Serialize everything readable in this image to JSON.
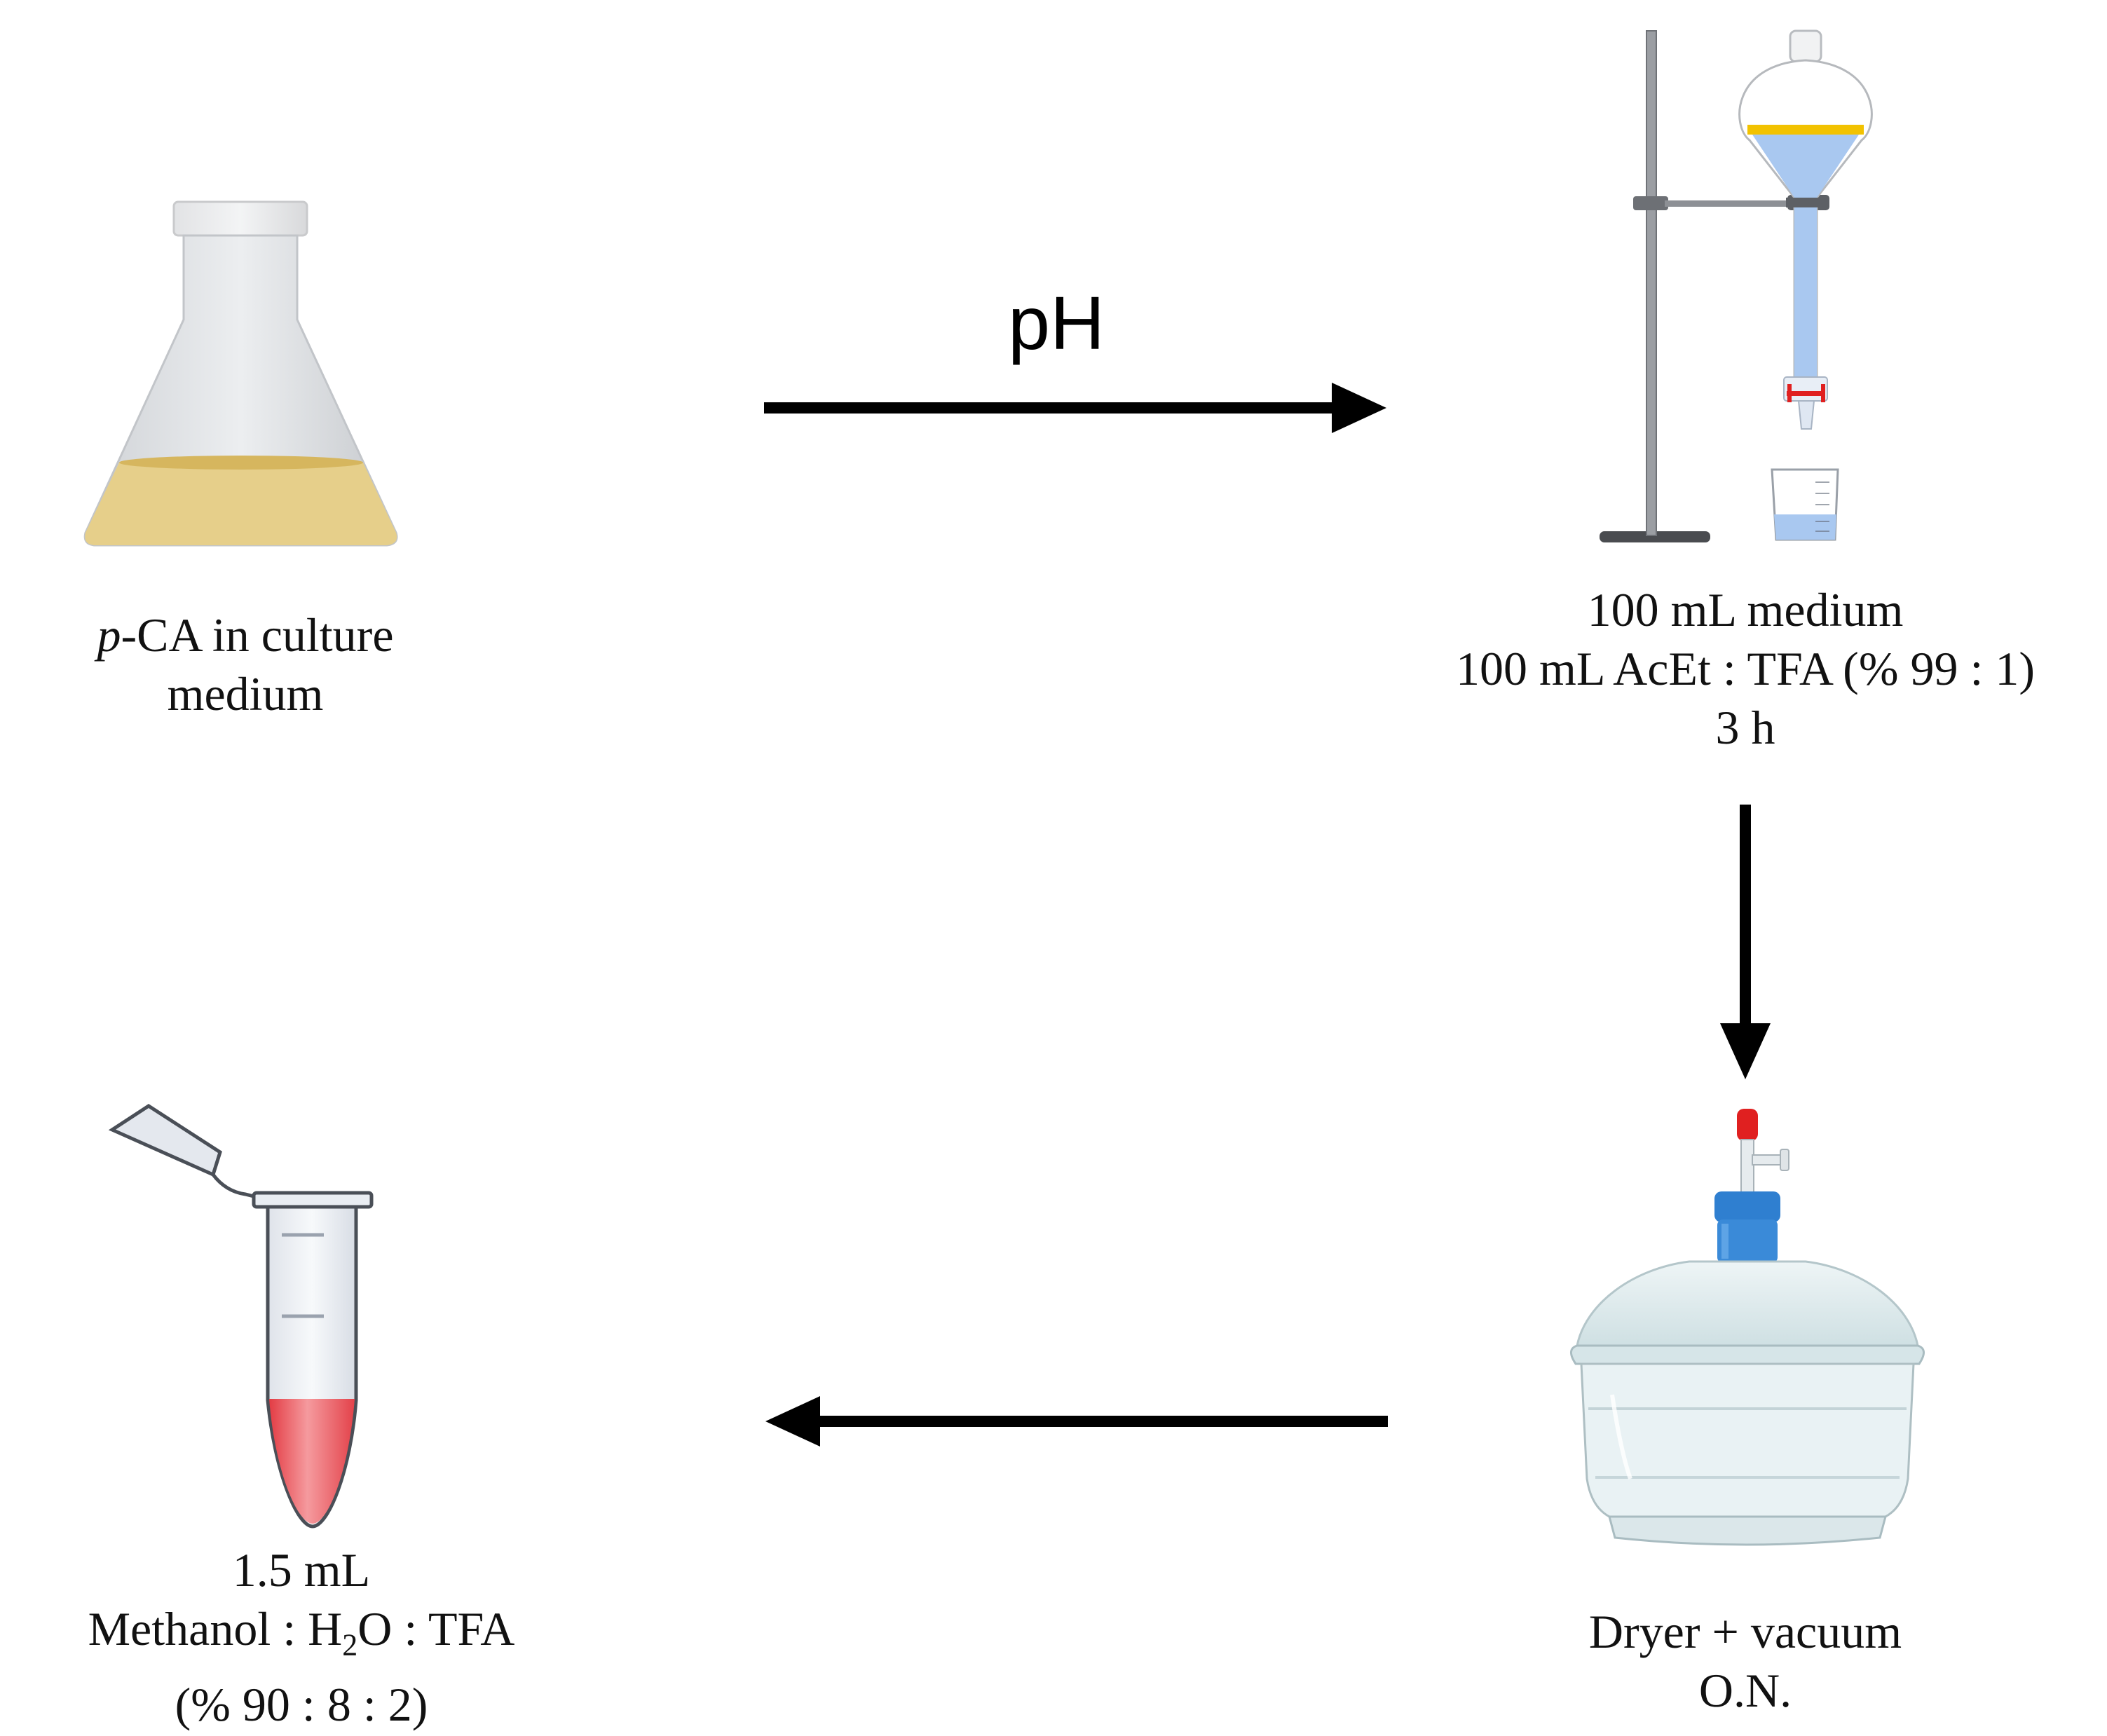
{
  "steps": {
    "culture": {
      "line1_italic": "p",
      "line1_rest": "-CA in culture",
      "line2": "medium"
    },
    "extraction": {
      "line1": "100 mL medium",
      "line2": "100 mL AcEt : TFA (% 99 : 1)",
      "line3": "3 h"
    },
    "drying": {
      "line1": "Dryer + vacuum",
      "line2": "O.N."
    },
    "resuspension": {
      "line1": "1.5 mL",
      "line2_pre": "Methanol : H",
      "line2_sub": "2",
      "line2_post": "O : TFA",
      "line3": "(% 90 : 8 : 2)"
    }
  },
  "arrows": {
    "top": {
      "label": "pH"
    }
  },
  "colors": {
    "culture_liquid": "#e6cf8a",
    "solvent_layer": "#f2c200",
    "aqueous_blue": "#a9c8f0",
    "tube_red": "#ec4a50",
    "cap_blue": "#2f7fd0",
    "stopcock_red": "#e02020",
    "arrow": "#000000"
  },
  "icons": [
    "erlenmeyer-flask-icon",
    "separatory-funnel-icon",
    "beaker-icon",
    "vacuum-desiccator-icon",
    "microcentrifuge-tube-icon"
  ]
}
